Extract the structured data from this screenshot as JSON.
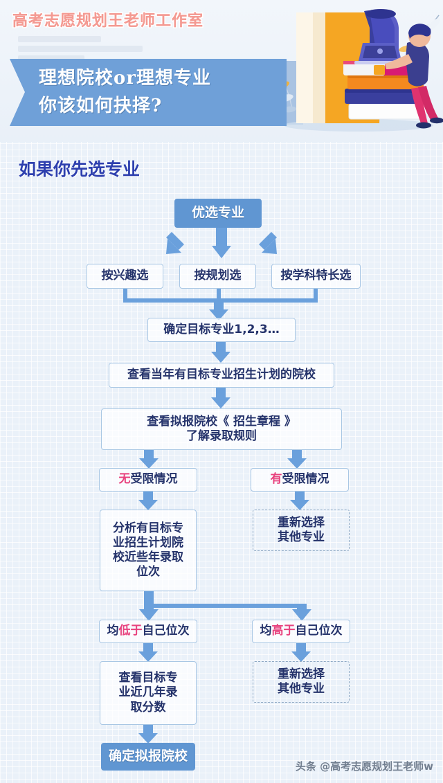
{
  "header": {
    "studio_name": "高考志愿规划王老师工作室",
    "banner_line1": "理想院校or理想专业",
    "banner_line2": "你该如何抉择?",
    "banner_color": "#6fa0d8",
    "studio_name_color": "#f49a92"
  },
  "section": {
    "title": "如果你先选专业",
    "title_color": "#2d3fae"
  },
  "flow": {
    "start": "优选专业",
    "branches": [
      "按兴趣选",
      "按规划选",
      "按学科特长选"
    ],
    "step_target_majors": "确定目标专业1,2,3…",
    "step_check_plans": "查看当年有目标专业招生计划的院校",
    "step_charter_line1": "查看拟报院校《 招生章程 》",
    "step_charter_line2": "了解录取规则",
    "restrict_none_prefix": "无",
    "restrict_none_rest": "受限情况",
    "restrict_yes_prefix": "有",
    "restrict_yes_rest": "受限情况",
    "analyze_rank_line1": "分析有目标专",
    "analyze_rank_line2": "业招生计划院",
    "analyze_rank_line3": "校近些年录取",
    "analyze_rank_line4": "位次",
    "reselect_a_line1": "重新选择",
    "reselect_a_line2": "其他专业",
    "rank_low_prefix": "均",
    "rank_low_hl": "低于",
    "rank_low_rest": "自己位次",
    "rank_high_prefix": "均",
    "rank_high_hl": "高于",
    "rank_high_rest": "自己位次",
    "scores_line1": "查看目标专",
    "scores_line2": "业近几年录",
    "scores_line3": "取分数",
    "reselect_b_line1": "重新选择",
    "reselect_b_line2": "其他专业",
    "final": "确定拟报院校",
    "accent_box": "#6096d2",
    "accent_arrow": "#6aa0dc",
    "highlight": "#e8427e",
    "text_color": "#25336b"
  },
  "watermark": {
    "text": "头条 @高考志愿规划王老师w"
  }
}
